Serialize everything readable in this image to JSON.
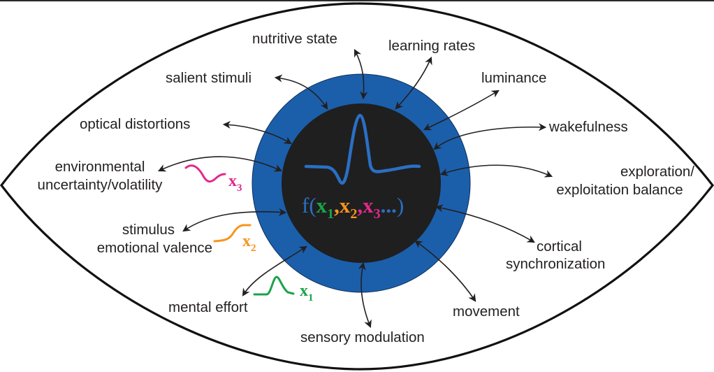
{
  "diagram": {
    "title": "Pupil size as a function of multiple factors",
    "colors": {
      "iris": "#1b5fab",
      "pupil": "#1f1f1f",
      "outline": "#111111",
      "text": "#231f20",
      "x1": "#1aa34a",
      "x2": "#f7941d",
      "x3": "#e2288a",
      "waveform": "#2a6fc4"
    },
    "formula": {
      "f": "f(",
      "x1": "x",
      "x1_sub": "1",
      "x2": "x",
      "x2_sub": "2",
      "x3": "x",
      "x3_sub": "3",
      "comma": ",",
      "ellipsis": "...",
      "close": ")"
    },
    "variables": [
      {
        "name": "x",
        "sub": "3",
        "label_ref": "environmental uncertainty/volatility"
      },
      {
        "name": "x",
        "sub": "2",
        "label_ref": "stimulus emotional valence"
      },
      {
        "name": "x",
        "sub": "1",
        "label_ref": "mental effort"
      }
    ],
    "factors": {
      "nutritive_state": "nutritive state",
      "learning_rates": "learning rates",
      "salient_stimuli": "salient stimuli",
      "luminance": "luminance",
      "optical_distortions": "optical distortions",
      "wakefulness": "wakefulness",
      "environmental_line1": "environmental",
      "environmental_line2": "uncertainty/volatility",
      "exploration_line1": "exploration/",
      "exploration_line2": "exploitation balance",
      "stimulus_line1": "stimulus",
      "stimulus_line2": "emotional valence",
      "cortical_line1": "cortical",
      "cortical_line2": "synchronization",
      "mental_effort": "mental effort",
      "movement": "movement",
      "sensory_modulation": "sensory modulation"
    }
  }
}
